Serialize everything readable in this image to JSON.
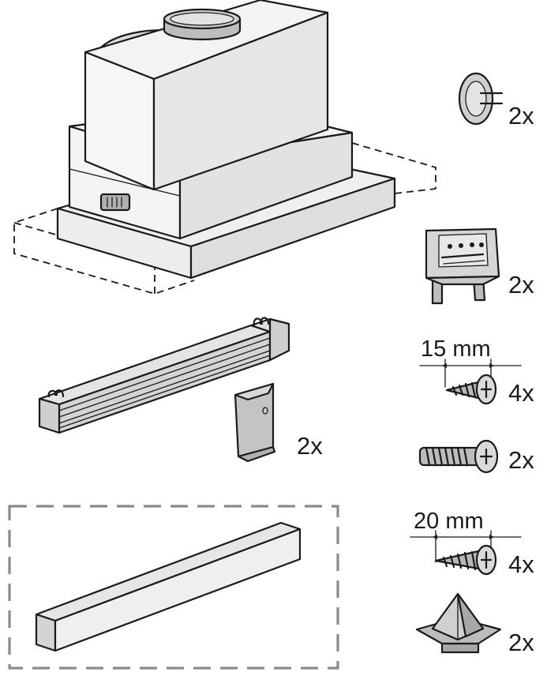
{
  "parts": {
    "wall_plug": {
      "qty": "2x"
    },
    "clip": {
      "qty": "2x"
    },
    "bracket": {
      "qty": "2x"
    },
    "screw_15": {
      "length": "15 mm",
      "qty": "4x"
    },
    "bolt": {
      "qty": "2x"
    },
    "screw_20": {
      "length": "20 mm",
      "qty": "4x"
    },
    "spacer": {
      "qty": "2x"
    }
  },
  "colors": {
    "line": "#1a1a1a",
    "light_gray": "#efefef",
    "mid_gray": "#dcdcdc",
    "dark_gray": "#a8a8a8",
    "dash_gray": "#8a8a8a"
  }
}
